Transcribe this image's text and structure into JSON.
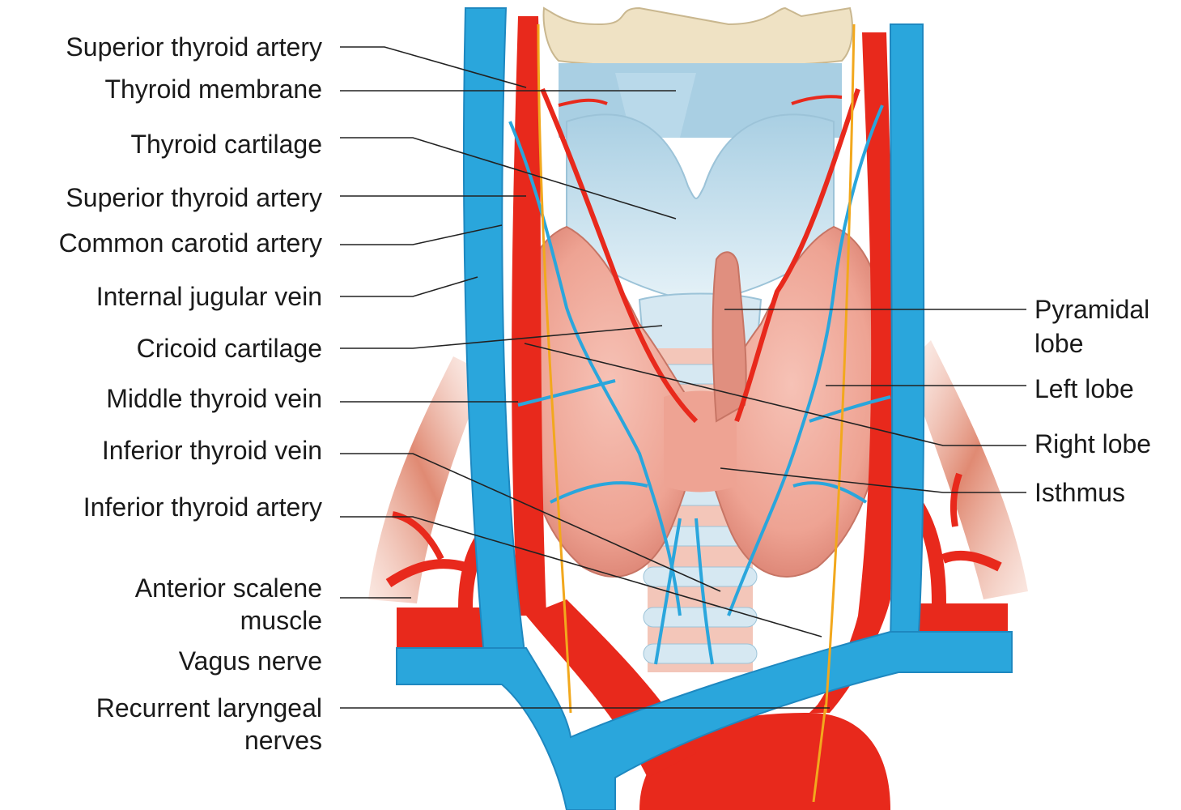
{
  "labels_left": [
    {
      "id": "superior-thyroid-artery-1",
      "text": "Superior thyroid artery"
    },
    {
      "id": "thyroid-membrane",
      "text": "Thyroid membrane"
    },
    {
      "id": "thyroid-cartilage",
      "text": "Thyroid cartilage"
    },
    {
      "id": "superior-thyroid-artery-2",
      "text": "Superior thyroid artery"
    },
    {
      "id": "common-carotid-artery",
      "text": "Common carotid artery"
    },
    {
      "id": "internal-jugular-vein",
      "text": "Internal jugular vein"
    },
    {
      "id": "cricoid-cartilage",
      "text": "Cricoid cartilage"
    },
    {
      "id": "middle-thyroid-vein",
      "text": "Middle thyroid vein"
    },
    {
      "id": "inferior-thyroid-vein",
      "text": "Inferior thyroid vein"
    },
    {
      "id": "inferior-thyroid-artery",
      "text": "Inferior thyroid artery"
    },
    {
      "id": "anterior-scalene-muscle-line1",
      "text": "Anterior scalene"
    },
    {
      "id": "anterior-scalene-muscle-line2",
      "text": "muscle"
    },
    {
      "id": "vagus-nerve",
      "text": "Vagus nerve"
    },
    {
      "id": "recurrent-laryngeal-line1",
      "text": "Recurrent laryngeal"
    },
    {
      "id": "recurrent-laryngeal-line2",
      "text": "nerves"
    }
  ],
  "labels_right": [
    {
      "id": "pyramidal-lobe-line1",
      "text": "Pyramidal"
    },
    {
      "id": "pyramidal-lobe-line2",
      "text": "lobe"
    },
    {
      "id": "left-lobe",
      "text": "Left lobe"
    },
    {
      "id": "right-lobe",
      "text": "Right lobe"
    },
    {
      "id": "isthmus",
      "text": "Isthmus"
    }
  ],
  "colors": {
    "vein": "#2aa6dc",
    "vein_dark": "#1e88c0",
    "artery": "#e8291c",
    "artery_dark": "#b71c12",
    "nerve": "#f2a81d",
    "thyroid": "#f0a99a",
    "thyroid_dark": "#d4786a",
    "cartilage": "#d6e8f2",
    "hyoid": "#efe2c4",
    "muscle": "#e8a08a"
  }
}
